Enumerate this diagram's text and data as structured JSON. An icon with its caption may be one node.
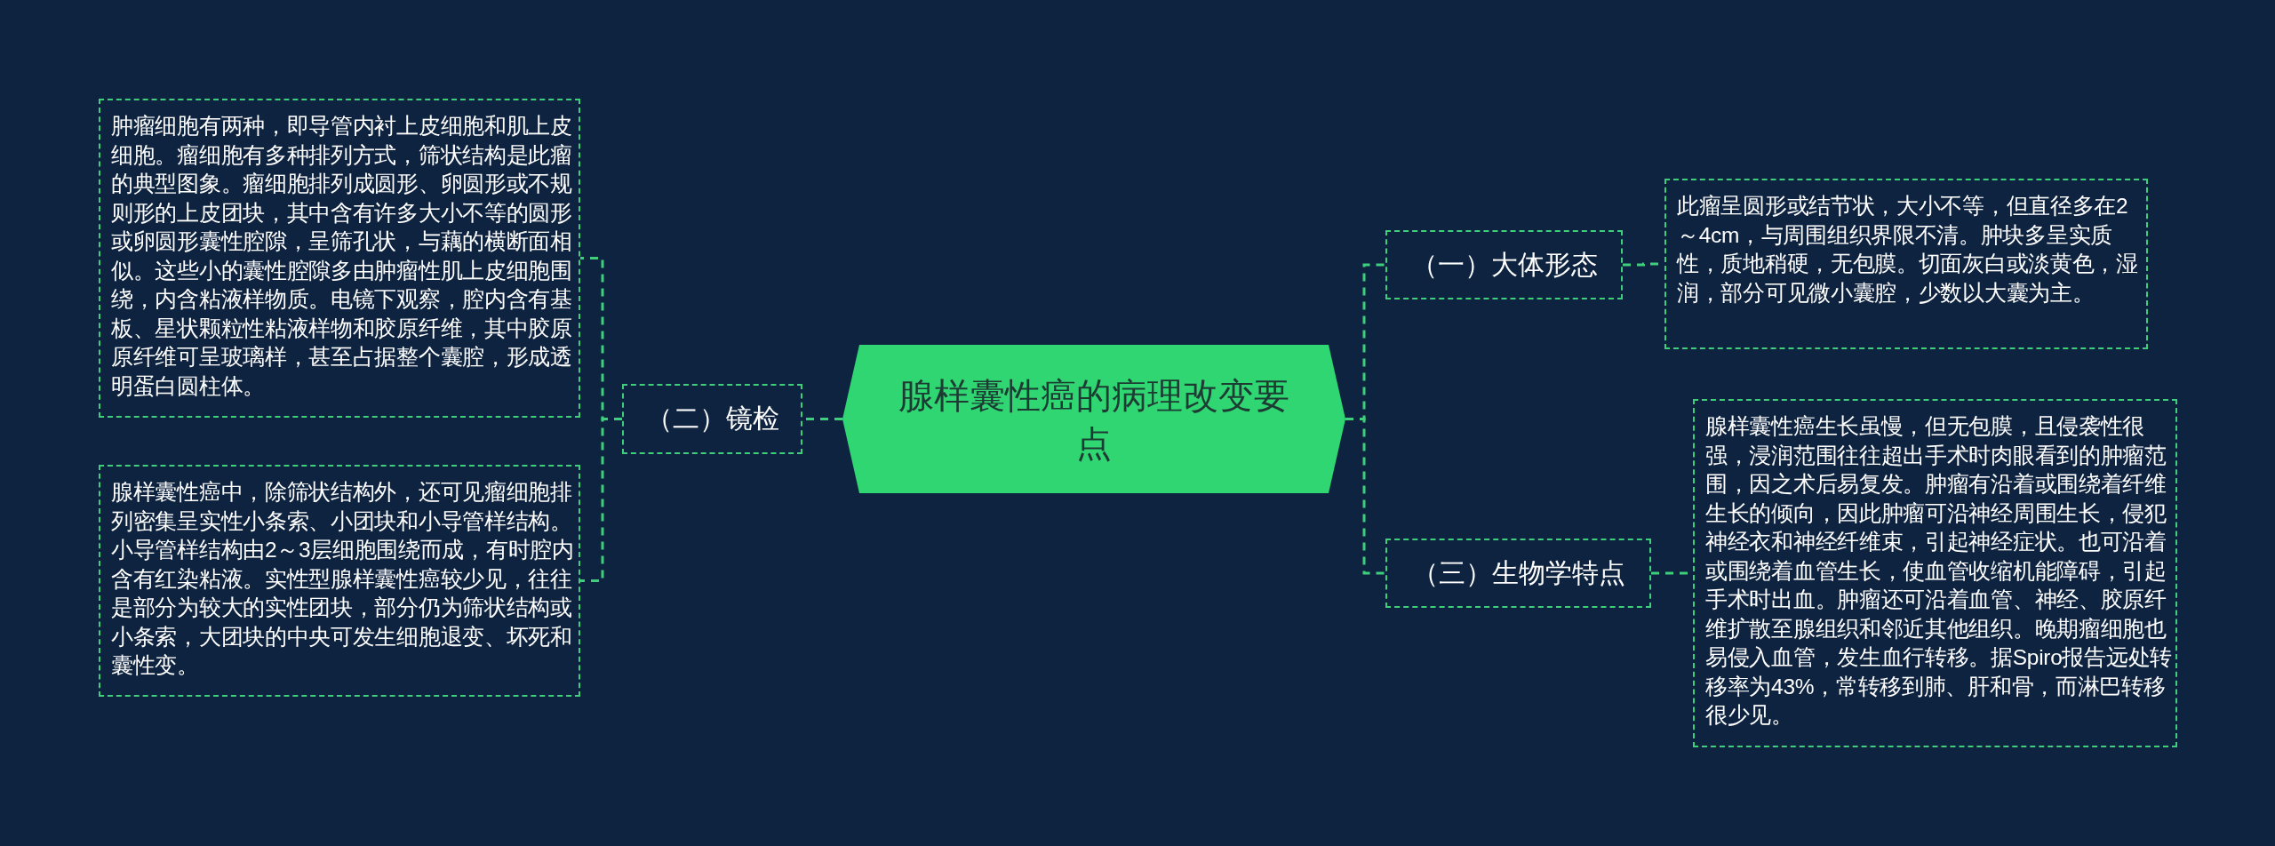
{
  "diagram": {
    "nodes": [
      {
        "text": [
          "腺样囊性癌的病理改变要点"
        ]
      },
      {
        "text": [
          "（一）大体形态"
        ]
      },
      {
        "text": [
          "此瘤呈圆形或结节状，大小不等，但直径多在2～4cm，与周围组织界限不清。肿块多呈实质性，质地稍硬，无包膜。切面灰白或淡黄色，湿润，部分可见微小囊腔，少数以大囊为主。"
        ]
      },
      {
        "text": [
          "（三）生物学特点"
        ]
      },
      {
        "text": [
          "腺样囊性癌生长虽慢，但无包膜，且侵袭性很强，浸润范围往往超出手术时肉眼看到的肿瘤范围，因之术后易复发。肿瘤有沿着或围绕着纤维生长的倾向，因此肿瘤可沿神经周围生长，侵犯神经衣和神经纤维束，引起神经症状。也可沿着或围绕着血管生长，使血管收缩机能障碍，引起手术时出血。肿瘤还可沿着血管、神经、胶原纤维扩散至腺组织和邻近其他组织。晚期瘤细胞也易侵入血管，发生血行转移。据Spiro报告远处转移率为43%，常转移到肺、肝和骨，而淋巴转移很少见。"
        ]
      },
      {
        "text": [
          "（二）镜检"
        ]
      },
      {
        "text": [
          "肿瘤细胞有两种，即导管内衬上皮细胞和肌上皮细胞。瘤细胞有多种排列方式，筛状结构是此瘤的典型图象。瘤细胞排列成圆形、卵圆形或不规则形的上皮团块，其中含有许多大小不等的圆形或卵圆形囊性腔隙，呈筛孔状，与藕的横断面相似。这些小的囊性腔隙多由肿瘤性肌上皮细胞围绕，内含粘液样物质。电镜下观察，腔内含有基板、星状颗粒性粘液样物和胶原纤维，其中胶原原纤维可呈玻璃样，甚至占据整个囊腔，形成透明蛋白圆柱体。"
        ]
      },
      {
        "text": [
          "腺样囊性癌中，除筛状结构外，还可见瘤细胞排列密集呈实性小条索、小团块和小导管样结构。小导管样结构由2～3层细胞围绕而成，有时腔内含有红染粘液。实性型腺样囊性癌较少见，往往是部分为较大的实性团块，部分仍为筛状结构或小条索，大团块的中央可发生细胞退变、坏死和囊性变。"
        ]
      }
    ],
    "edges": [
      {
        "from": 0,
        "to": 1,
        "arrow": "none"
      },
      {
        "from": 1,
        "to": 2,
        "arrow": "none"
      },
      {
        "from": 0,
        "to": 3,
        "arrow": "none"
      },
      {
        "from": 3,
        "to": 4,
        "arrow": "none"
      },
      {
        "from": 0,
        "to": 5,
        "arrow": "none"
      },
      {
        "from": 5,
        "to": 6,
        "arrow": "none"
      },
      {
        "from": 5,
        "to": 7,
        "arrow": "none"
      }
    ]
  }
}
